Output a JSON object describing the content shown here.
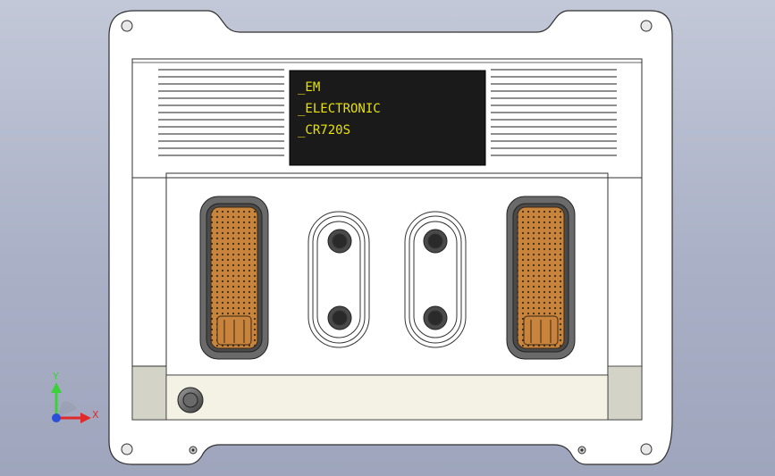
{
  "display_screen": {
    "lines": [
      "_EM",
      "_ELECTRONIC",
      "_CR720S"
    ],
    "text_color": "#e7e200",
    "background_color": "#1a1a1a"
  },
  "triad": {
    "y_label": "Y",
    "x_label": "X",
    "y_color": "#3bd13b",
    "x_color": "#e02a2a",
    "z_color": "#2a4fd8"
  },
  "colors": {
    "viewport_bg": "#aab0c6",
    "housing": "#ffffff",
    "connector_body": "#c8843c",
    "connector_frame": "#5a5a5a",
    "gray_band": "#d3d3c8",
    "cream_strip": "#f3f2e5"
  },
  "icons": {
    "connector_left": "ecu-connector-icon",
    "connector_right": "ecu-connector-icon",
    "m12_upper": "m12-port-icon",
    "cable_gland": "cable-gland-icon"
  }
}
